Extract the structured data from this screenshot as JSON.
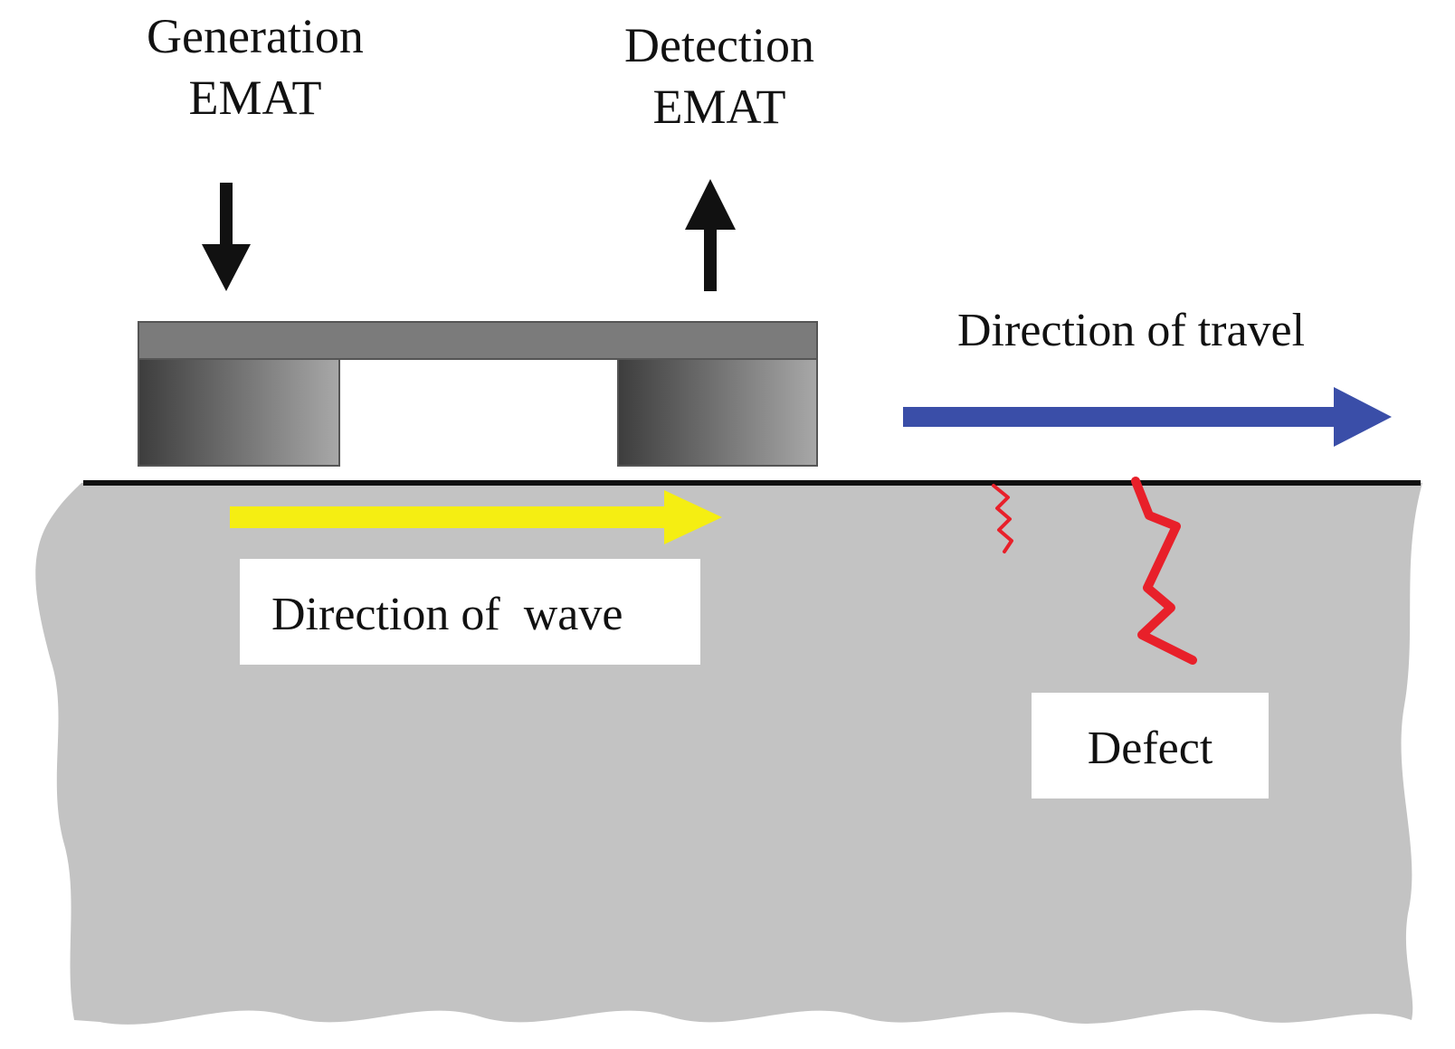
{
  "generation_emat": {
    "line1": "Generation",
    "line2": "EMAT"
  },
  "detection_emat": {
    "line1": "Detection",
    "line2": "EMAT"
  },
  "travel": {
    "label": "Direction of travel"
  },
  "wave": {
    "label": "Direction of  wave"
  },
  "defect": {
    "label": "Defect"
  },
  "colors": {
    "specimen_fill": "#c3c3c3",
    "surface_line": "#111111",
    "wave_arrow": "#f5ee12",
    "travel_arrow": "#3a4ea8",
    "defect_crack": "#e8202a",
    "emat_bar": "#7b7b7b",
    "emat_magnet_dark": "#3d3d3d",
    "emat_magnet_light": "#a8a8a8",
    "signal_arrow": "#111111",
    "label_box": "#ffffff"
  }
}
